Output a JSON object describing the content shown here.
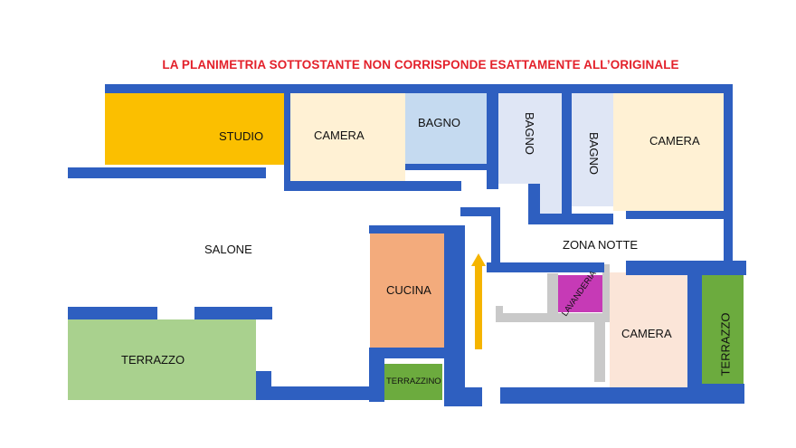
{
  "notice": "LA PLANIMETRIA SOTTOSTANTE NON CORRISPONDE ESATTAMENTE ALL’ORIGINALE",
  "rooms": {
    "studio": "STUDIO",
    "camera_1": "CAMERA",
    "bagno_1": "BAGNO",
    "bagno_2": "BAGNO",
    "bagno_3": "BAGNO",
    "camera_2": "CAMERA",
    "salone": "SALONE",
    "zona_notte": "ZONA NOTTE",
    "cucina": "CUCINA",
    "lavanderia": "LAVANDERIA",
    "camera_3": "CAMERA",
    "terrazzo_1": "TERRAZZO",
    "terrazzino": "TERRAZZINO",
    "terrazzo_2": "TERRAZZO"
  },
  "colors": {
    "wall": "#2e5fc0",
    "studio": "#fbbf00",
    "camera": "#fff1d4",
    "bagno_light_blue": "#c5daf0",
    "bagno_lavender": "#dfe6f5",
    "cucina": "#f3ab7c",
    "lavanderia": "#c63ab6",
    "camera_pink": "#fbe5d8",
    "terrazzo_light_green": "#a9d18e",
    "terrazzo_green": "#6cab3e",
    "arrow": "#f5b400",
    "notice": "#e3202a"
  }
}
